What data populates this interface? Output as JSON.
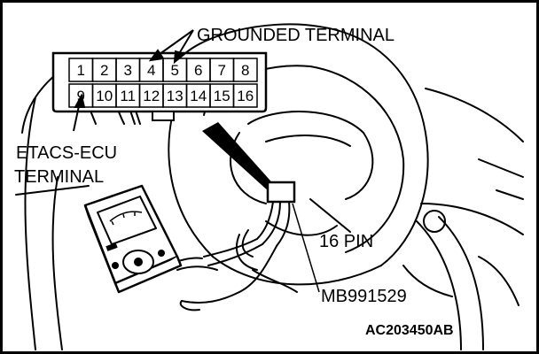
{
  "labels": {
    "grounded_terminal": "GROUNDED TERMINAL",
    "etacs_ecu_terminal_line1": "ETACS-ECU",
    "etacs_ecu_terminal_line2": "TERMINAL",
    "connector_16_pin": "16 PIN",
    "tool_number": "MB991529",
    "figure_code": "AC203450AB"
  },
  "connector": {
    "top_row": [
      "1",
      "2",
      "3",
      "4",
      "5",
      "6",
      "7",
      "8"
    ],
    "bottom_row": [
      "9",
      "10",
      "11",
      "12",
      "13",
      "14",
      "15",
      "16"
    ]
  },
  "colors": {
    "line": "#000000",
    "background": "#ffffff"
  }
}
